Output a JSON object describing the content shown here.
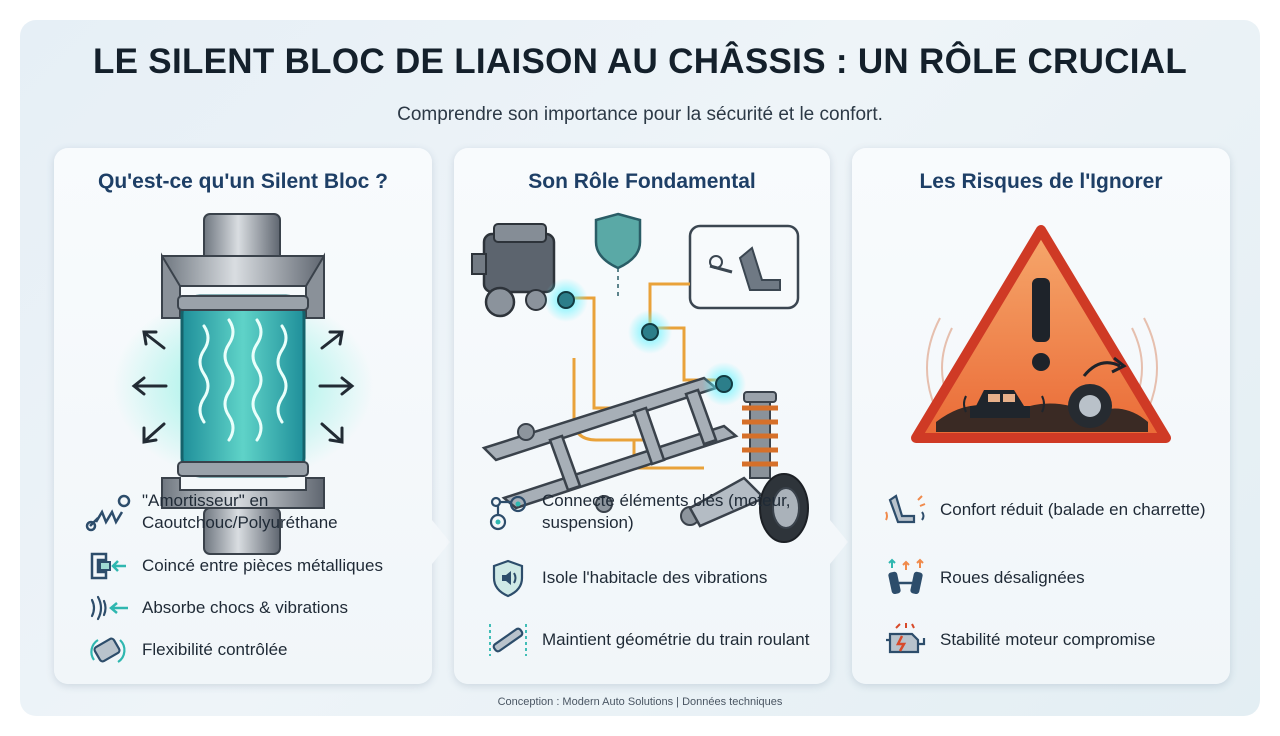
{
  "header": {
    "title": "LE SILENT BLOC DE LIAISON AU CHÂSSIS : UN RÔLE CRUCIAL",
    "subtitle": "Comprendre son importance pour la sécurité et le confort."
  },
  "panels": [
    {
      "heading": "Qu'est-ce qu'un Silent Bloc ?",
      "items": [
        {
          "text": "\"Amortisseur\" en Caoutchouc/Polyuréthane",
          "icon": "spring-icon"
        },
        {
          "text": "Coincé entre pièces métalliques",
          "icon": "clamp-icon"
        },
        {
          "text": "Absorbe chocs & vibrations",
          "icon": "vibration-icon"
        },
        {
          "text": "Flexibilité contrôlée",
          "icon": "flex-icon"
        }
      ]
    },
    {
      "heading": "Son Rôle Fondamental",
      "items": [
        {
          "text": "Connecte éléments clés (moteur, suspension)",
          "icon": "gears-network-icon"
        },
        {
          "text": "Isole l'habitacle des vibrations",
          "icon": "shield-sound-icon"
        },
        {
          "text": "Maintient géométrie du train roulant",
          "icon": "alignment-icon"
        }
      ]
    },
    {
      "heading": "Les Risques de l'Ignorer",
      "items": [
        {
          "text": "Confort réduit (balade en charrette)",
          "icon": "seat-shake-icon"
        },
        {
          "text": "Roues désalignées",
          "icon": "wheels-misaligned-icon"
        },
        {
          "text": "Stabilité moteur compromise",
          "icon": "engine-warning-icon"
        }
      ]
    }
  ],
  "footer": {
    "credit": "Conception : Modern Auto Solutions | Données techniques"
  },
  "colors": {
    "accent_teal": "#2fb7b0",
    "heading_blue": "#1e3f66",
    "warning_red": "#d84a2a",
    "warning_orange": "#f08a4b",
    "wire_orange": "#e9a23a"
  }
}
